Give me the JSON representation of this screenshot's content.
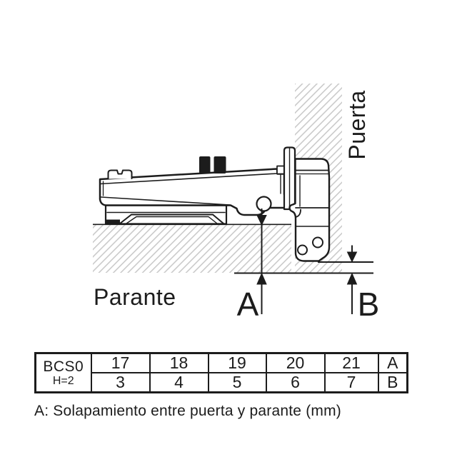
{
  "diagram": {
    "door_label": "Puerta",
    "side_panel_label": "Parante",
    "dimension_a": "A",
    "dimension_b": "B"
  },
  "table": {
    "model": "BCS0",
    "height_code": "H=2",
    "row_a": {
      "label": "A",
      "values": [
        "17",
        "18",
        "19",
        "20",
        "21"
      ]
    },
    "row_b": {
      "label": "B",
      "values": [
        "3",
        "4",
        "5",
        "6",
        "7"
      ]
    }
  },
  "caption": "A: Solapamiento entre puerta y parante (mm)",
  "colors": {
    "line": "#1c1c1c",
    "hatch": "#c9c9c9",
    "background": "#ffffff"
  }
}
